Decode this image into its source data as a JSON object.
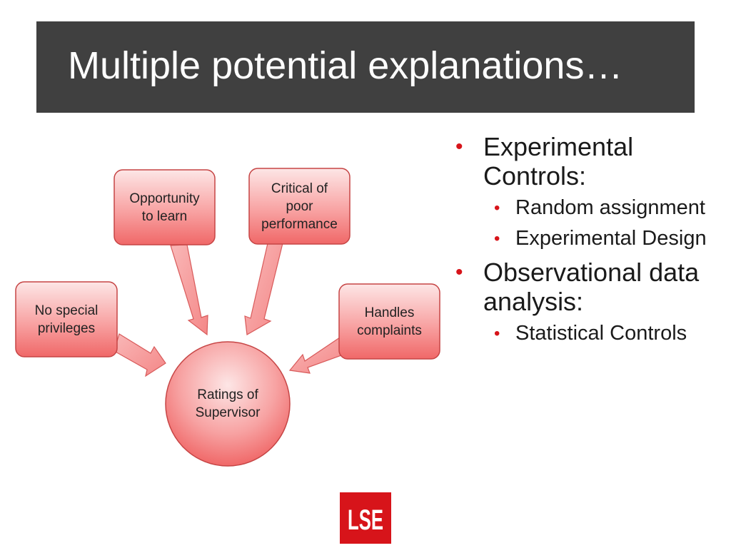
{
  "title": "Multiple potential explanations…",
  "diagram": {
    "center": "Ratings of\nSupervisor",
    "factors": [
      {
        "id": "privileges",
        "label": "No special\nprivileges"
      },
      {
        "id": "learn",
        "label": "Opportunity\nto learn"
      },
      {
        "id": "critical",
        "label": "Critical of\npoor\nperformance"
      },
      {
        "id": "complaints",
        "label": "Handles\ncomplaints"
      }
    ]
  },
  "bullets": [
    {
      "text": "Experimental Controls:",
      "children": [
        "Random assignment",
        "Experimental Design"
      ]
    },
    {
      "text": "Observational data analysis:",
      "children": [
        "Statistical Controls"
      ]
    }
  ],
  "logo": {
    "text": "LSE",
    "color": "#d7141a"
  },
  "colors": {
    "box_top": "#fbe0e0",
    "box_bottom": "#f26f6f",
    "box_border": "#c64545",
    "accent": "#d7141a"
  }
}
